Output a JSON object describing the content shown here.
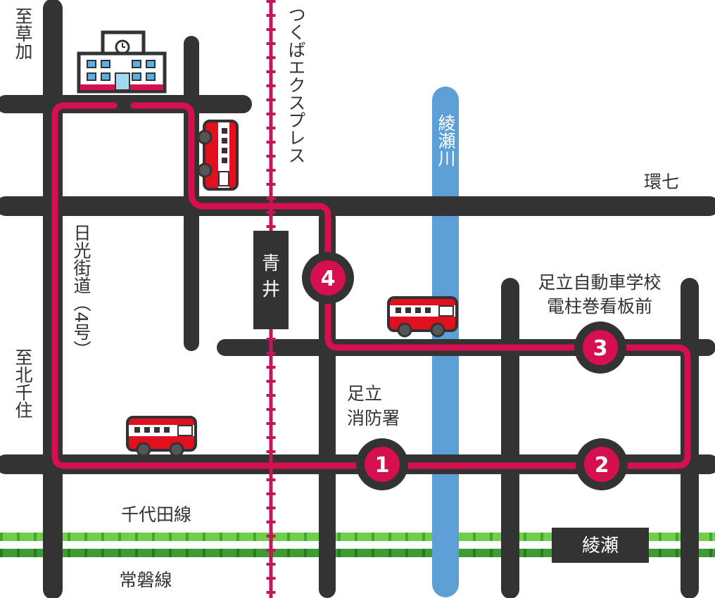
{
  "colors": {
    "road": "#333333",
    "route": "#d6104f",
    "tsukuba_line": "#c2185b",
    "river": "#5b9fd6",
    "chiyoda_line": "#6fcf4a",
    "joban_line": "#3f9c35",
    "bus_red": "#e0101e"
  },
  "labels": {
    "to_soka": "至草加",
    "to_kitasenju": "至北千住",
    "nikko_kaido": "日光街道（4号）",
    "tsukuba_express": "つくばエクスプレス",
    "ayase_river": "綾瀬川",
    "kannana": "環七",
    "adachi_fire": [
      "足立",
      "消防署"
    ],
    "driving_school": [
      "足立自動車学校",
      "電柱巻看板前"
    ],
    "chiyoda_line": "千代田線",
    "joban_line": "常磐線"
  },
  "stations": {
    "aoi": "青井",
    "ayase": "綾瀬"
  },
  "stops": [
    "1",
    "2",
    "3",
    "4"
  ],
  "icons": [
    "school-icon",
    "bus-icon"
  ]
}
